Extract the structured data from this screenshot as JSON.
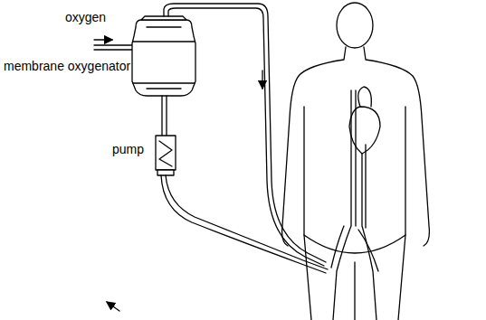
{
  "diagram": {
    "labels": [
      "oxygen",
      "membrane oxygenator",
      "pump"
    ]
  }
}
